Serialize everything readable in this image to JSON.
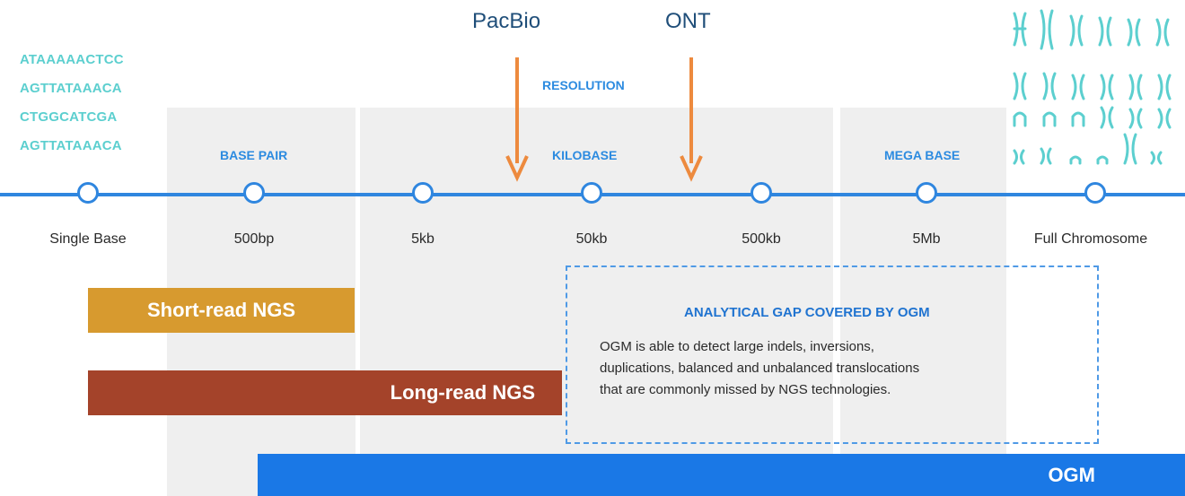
{
  "sequences": [
    "ATAAAAACTCC",
    "AGTTATAAACA",
    "CTGGCATCGA",
    "AGTTATAAACA"
  ],
  "platforms": [
    {
      "name": "PacBio"
    },
    {
      "name": "ONT"
    }
  ],
  "resolution_label": "RESOLUTION",
  "categories": {
    "base_pair": "BASE PAIR",
    "kilobase": "KILOBASE",
    "mega_base": "MEGA BASE"
  },
  "axis": {
    "ticks": [
      "Single Base",
      "500bp",
      "5kb",
      "50kb",
      "500kb",
      "5Mb",
      "Full Chromosome"
    ]
  },
  "bars": {
    "short_read": "Short-read NGS",
    "long_read": "Long-read NGS",
    "ogm": "OGM"
  },
  "gap": {
    "title": "ANALYTICAL GAP COVERED BY OGM",
    "lines": [
      "OGM is able to detect large indels, inversions,",
      "duplications, balanced and unbalanced translocations",
      "that are commonly missed by NGS technologies."
    ]
  },
  "colors": {
    "axis": "#2f86df",
    "short_read": "#d79a2f",
    "long_read": "#a4432a",
    "ogm": "#1a78e6",
    "sequence": "#5ccfcf",
    "arrow": "#ed8a3e",
    "platform_text": "#1f4e79"
  }
}
